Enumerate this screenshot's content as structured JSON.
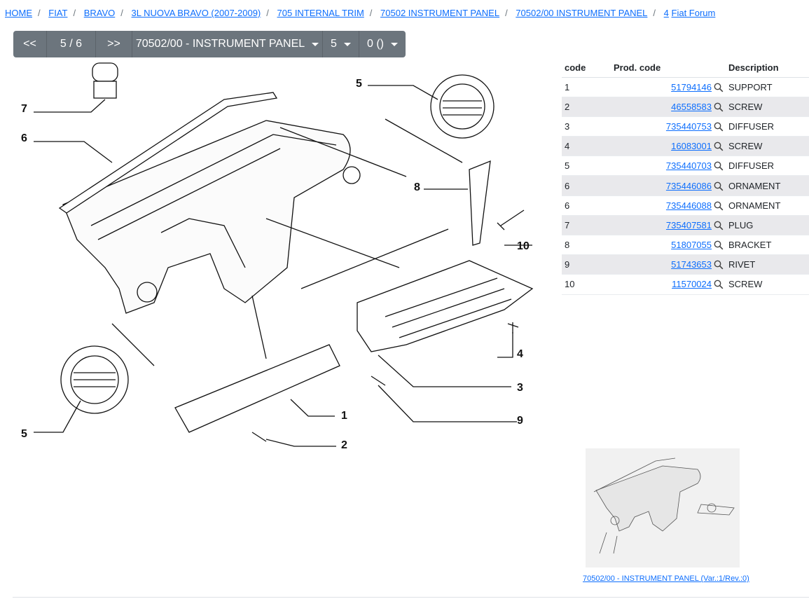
{
  "breadcrumb": [
    "HOME",
    "FIAT",
    "BRAVO",
    "3L NUOVA BRAVO (2007-2009)",
    "705 INTERNAL TRIM",
    "70502 INSTRUMENT PANEL",
    "70502/00 INSTRUMENT PANEL",
    "4"
  ],
  "breadcrumb_forum": "Fiat Forum",
  "toolbar": {
    "prev": "<<",
    "page": "5 / 6",
    "next": ">>",
    "panel": "70502/00 - INSTRUMENT PANEL",
    "num": "5",
    "variant": "0 ()"
  },
  "diagram": {
    "callouts": [
      "7",
      "6",
      "5",
      "5",
      "8",
      "10",
      "4",
      "3",
      "9",
      "1",
      "2"
    ]
  },
  "table": {
    "headers": [
      "code",
      "Prod. code",
      "Description"
    ],
    "rows": [
      {
        "code": "1",
        "prod": "51794146",
        "desc": "SUPPORT"
      },
      {
        "code": "2",
        "prod": "46558583",
        "desc": "SCREW"
      },
      {
        "code": "3",
        "prod": "735440753",
        "desc": "DIFFUSER"
      },
      {
        "code": "4",
        "prod": "16083001",
        "desc": "SCREW"
      },
      {
        "code": "5",
        "prod": "735440703",
        "desc": "DIFFUSER"
      },
      {
        "code": "6",
        "prod": "735446086",
        "desc": "ORNAMENT"
      },
      {
        "code": "6",
        "prod": "735446088",
        "desc": "ORNAMENT"
      },
      {
        "code": "7",
        "prod": "735407581",
        "desc": "PLUG"
      },
      {
        "code": "8",
        "prod": "51807055",
        "desc": "BRACKET"
      },
      {
        "code": "9",
        "prod": "51743653",
        "desc": "RIVET"
      },
      {
        "code": "10",
        "prod": "11570024",
        "desc": "SCREW"
      }
    ]
  },
  "thumbnail": {
    "caption": "70502/00 - INSTRUMENT PANEL (Var.:1/Rev.:0)"
  },
  "icons": {
    "search": "magnifier-icon",
    "caret": "caret-down-icon"
  }
}
